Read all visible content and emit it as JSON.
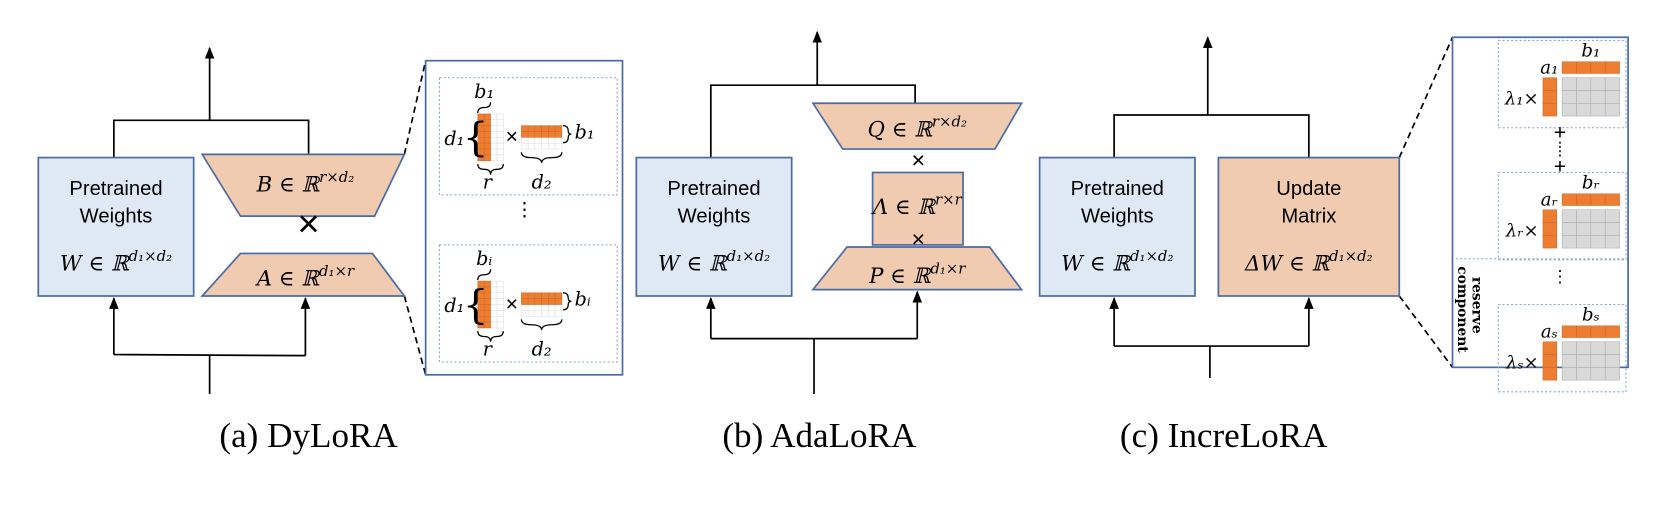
{
  "colors": {
    "blue_fill": "#dfe9f5",
    "blue_stroke": "#4a6aa5",
    "orange_fill": "#f0cbb0",
    "orange_bar": "#ed7d31",
    "grey_cell": "#d9d9d9",
    "line": "#000000"
  },
  "dylora": {
    "caption": "(a) DyLoRA",
    "w_box": {
      "line1": "Pretrained",
      "line2": "Weights",
      "math_base": "W ∈ ℝ",
      "math_sup": "d₁×d₂"
    },
    "b_trap": {
      "math_base": "B ∈ ℝ",
      "math_sup": "r×d₂"
    },
    "a_trap": {
      "math_base": "A ∈ ℝ",
      "math_sup": "d₁×r"
    },
    "times": "×",
    "inset": {
      "rows": [
        {
          "top": "b₁",
          "left": "d₁",
          "right": "b₁",
          "bottom_left": "r",
          "bottom_right": "d₂",
          "times": "×"
        },
        {
          "top": "bᵢ",
          "left": "d₁",
          "right": "bᵢ",
          "bottom_left": "r",
          "bottom_right": "d₂",
          "times": "×"
        }
      ],
      "ellipsis": "⋮"
    }
  },
  "adalora": {
    "caption": "(b) AdaLoRA",
    "w_box": {
      "line1": "Pretrained",
      "line2": "Weights",
      "math_base": "W ∈ ℝ",
      "math_sup": "d₁×d₂"
    },
    "q_trap": {
      "math_base": "Q ∈ ℝ",
      "math_sup": "r×d₂"
    },
    "lambda_box": {
      "math_base": "Λ ∈ ℝ",
      "math_sup": "r×r"
    },
    "p_trap": {
      "math_base": "P ∈ ℝ",
      "math_sup": "d₁×r"
    },
    "times": "×"
  },
  "incrlora": {
    "caption": "(c) IncreLoRA",
    "w_box": {
      "line1": "Pretrained",
      "line2": "Weights",
      "math_base": "W ∈ ℝ",
      "math_sup": "d₁×d₂"
    },
    "update_box": {
      "line1": "Update",
      "line2": "Matrix",
      "math_base": "ΔW ∈ ℝ",
      "math_sup": "d₁×d₂"
    },
    "inset": {
      "rows": [
        {
          "b": "b₁",
          "a": "a₁",
          "lambda": "λ₁×"
        },
        {
          "b": "bᵣ",
          "a": "aᵣ",
          "lambda": "λᵣ×"
        },
        {
          "b": "bₛ",
          "a": "aₛ",
          "lambda": "λₛ×"
        }
      ],
      "plus": "+",
      "ellipsis": "⋮",
      "reserve_line1": "reserve",
      "reserve_line2": "component"
    }
  }
}
